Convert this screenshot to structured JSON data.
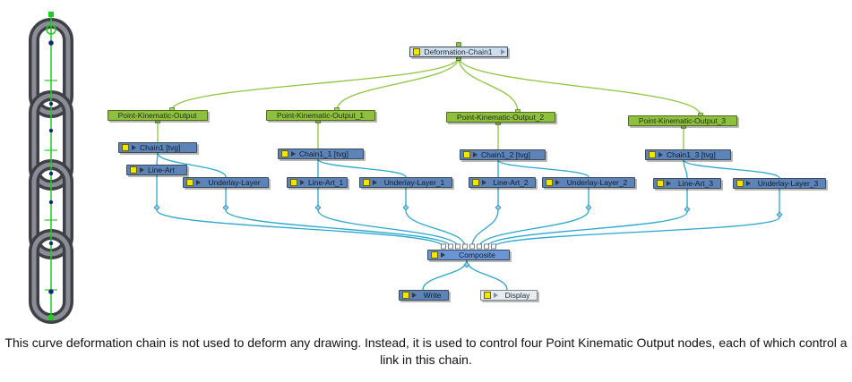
{
  "diagram": {
    "nodes": {
      "deformation_chain": "Deformation-Chain1",
      "pko_0": "Point-Kinematic-Output",
      "pko_1": "Point-Kinematic-Output_1",
      "pko_2": "Point-Kinematic-Output_2",
      "pko_3": "Point-Kinematic-Output_3",
      "chain_0": "Chain1  [tvg]",
      "chain_1": "Chain1_1  [tvg]",
      "chain_2": "Chain1_2  [tvg]",
      "chain_3": "Chain1_3  [tvg]",
      "lineart_0": "Line-Art",
      "lineart_1": "Line-Art_1",
      "lineart_2": "Line-Art_2",
      "lineart_3": "Line-Art_3",
      "underlay_0": "Underlay-Layer",
      "underlay_1": "Underlay-Layer_1",
      "underlay_2": "Underlay-Layer_2",
      "underlay_3": "Underlay-Layer_3",
      "composite": "Composite",
      "write": "Write",
      "display": "Display"
    },
    "colors": {
      "deformation_wire": "#8cc63f",
      "image_wire": "#2aa7cf",
      "pko_node": "#8fbf3f",
      "element_node": "#5d84b8",
      "composite_node": "#6a96d8",
      "chain_link": "#5a5c63",
      "deform_curve": "#22cc22",
      "control_point": "#1a237e"
    }
  },
  "caption": "This curve deformation chain is not used to deform any drawing. Instead, it is used to control four Point Kinematic Output nodes, each of which control a link in this chain."
}
